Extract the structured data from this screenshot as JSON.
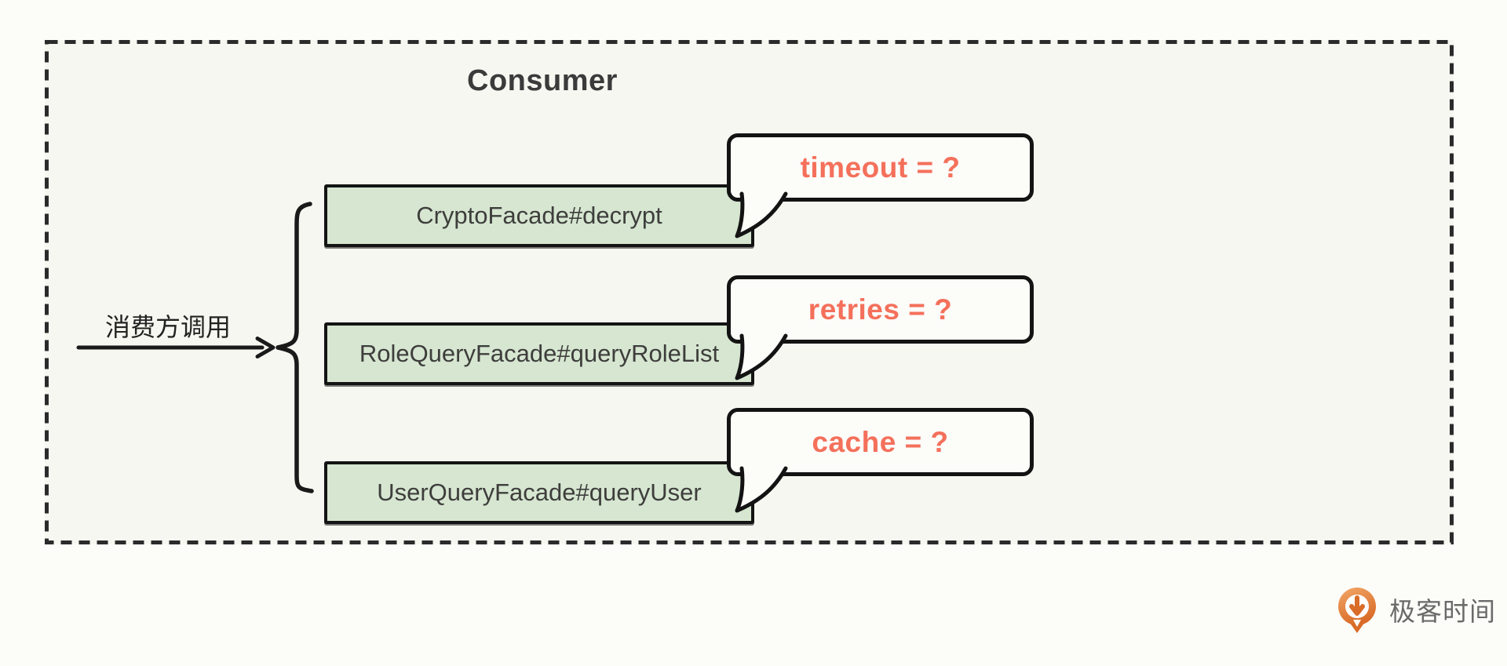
{
  "title": "Consumer",
  "caller": {
    "label": "消费方调用"
  },
  "facades": [
    {
      "label": "CryptoFacade#decrypt",
      "annotation": "timeout = ?"
    },
    {
      "label": "RoleQueryFacade#queryRoleList",
      "annotation": "retries = ?"
    },
    {
      "label": "UserQueryFacade#queryUser",
      "annotation": "cache = ?"
    }
  ],
  "logo": {
    "text": "极客时间"
  },
  "colors": {
    "canvas_bg": "#FCFCF8",
    "container_bg": "#F7F7F2",
    "dashed_border": "#2B2B2B",
    "box_fill": "#D6E6D1",
    "box_border": "#141414",
    "box_text": "#3E3E3C",
    "bubble_fill": "#FCFCF9",
    "bubble_border": "#131313",
    "annotation_text": "#F4705B",
    "title_text": "#3B3B3B",
    "stroke_ink": "#1A1A1A",
    "logo_orange": "#DD7128",
    "logo_text": "#6A6A6A"
  }
}
